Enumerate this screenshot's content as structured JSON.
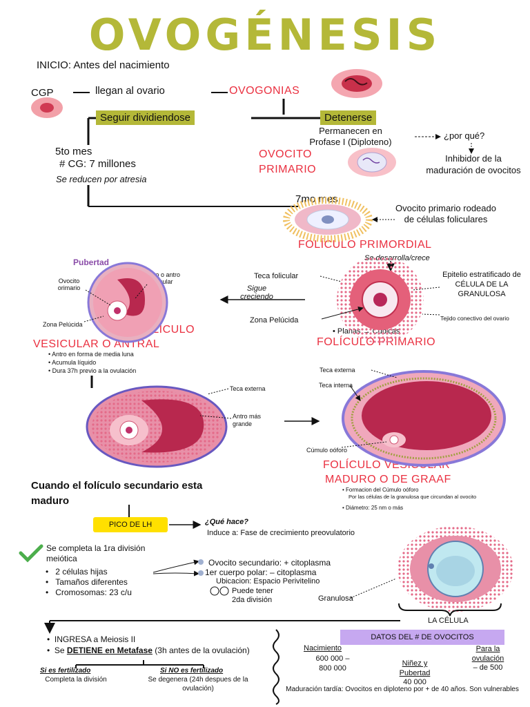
{
  "title": "OVOGÉNESIS",
  "inicio": "INICIO: Antes del nacimiento",
  "cgp": "CGP",
  "llegan": "llegan al ovario",
  "ovogonias": "OVOGONIAS",
  "seguir": "Seguir dividiendose",
  "detenerse": "Detenerse",
  "permanecen": "Permanecen en Profase I (Diploteno)",
  "porque": "¿por qué?",
  "inhibidor": "Inhibidor de la maduración de ovocitos",
  "ovocito_primario": "OVOCITO PRIMARIO",
  "quinto_mes": "5to mes",
  "cg": "# CG: 7 millones",
  "atresia": "Se reducen por atresia",
  "septimo_mes": "7mo mes",
  "rodeado": "Ovocito primario rodeado de células foliculares",
  "primordial": "FOLÍCULO PRIMORDIAL",
  "desarrolla": "Se desarrolla/crece",
  "pubertad": "Pubertad",
  "antro_label": "Antro o antro folicular",
  "ovocito_orimario": "Ovocito orimario",
  "zona_pelucida_1": "Zona Pelúcida",
  "sigue": "Sigue creciendo",
  "teca_folicular": "Teca folicular",
  "epitelio": "Epitelio estratificado de CÉLULA DE LA GRANULOSA",
  "tejido": "Tejido conectivo del ovario",
  "zona_pelucida_2": "Zona Pelúcida",
  "planas": "Planas → Cúbicas",
  "primario": "FOLÍCULO PRIMARIO",
  "vesicular_1": "FOLÍCULO",
  "vesicular_2": "VESICULAR O ANTRAL",
  "vesicular_bullets": [
    "Antro en forma de media luna",
    "Acumula líquido",
    "Dura 37h previo a la ovulación"
  ],
  "teca_externa_1": "Teca externa",
  "antro_mas": "Antro más grande",
  "teca_externa_2": "Teca externa",
  "teca_interna": "Teca interna",
  "cumulo": "Cúmulo oóforo",
  "graaf_1": "FOLÍCULO VESICULAR",
  "graaf_2": "MADURO O DE GRAAF",
  "graaf_b1": "Formacion del Cúmulo oóforo",
  "graaf_b1_sub": "Por las células de la granulosa que circundan al ovocito",
  "graaf_b2": "Diámetro: 25 nm o más",
  "cuando": "Cuando el folículo secundario esta maduro",
  "pico": "PICO DE LH",
  "que_hace": "¿Qué hace?",
  "induce": "Induce a: Fase de crecimiento preovulatorio",
  "completa": "Se completa la 1ra división meiótica",
  "bullets_div": [
    "2 células hijas",
    "Tamaños diferentes",
    "Cromosomas: 23 c/u"
  ],
  "ovocito_sec": "Ovocito secundario: + citoplasma",
  "cuerpo_polar": "1er cuerpo polar: – citoplasma",
  "ubicacion": "Ubicacion: Espacio Perivitelino",
  "puede": "Puede tener 2da división",
  "granulosa": "Granulosa",
  "la_celula": "LA CÉLULA",
  "ingresa": "INGRESA  a Meiosis II",
  "detiene_pre": "Se",
  "detiene_bold": "DETIENE en Metafase",
  "detiene_post": "(3h antes de la ovulación)",
  "si_fert": "Si es fertilizado",
  "si_fert_txt": "Completa la división",
  "no_fert": "Si NO es fertilizado",
  "no_fert_txt": "Se degenera (24h despues de la ovulación)",
  "datos": "DATOS DEL # DE OVOCITOS",
  "nacimiento": "Nacimiento",
  "nacimiento_val": "600 000 – 800 000",
  "ninez": "Niñez y Pubertad",
  "ninez_val": "40 000",
  "ovulacion": "Para la ovulación",
  "ovulacion_val": "– de 500",
  "maduracion": "Maduración tardía: Ovocitos en diploteno por + de 40 años. Son vulnerables",
  "colors": {
    "olive": "#b4b838",
    "red": "#ea3040",
    "purple_box": "#c6a8f0",
    "yellow": "#ffe000",
    "pink": "#e06080",
    "crimson": "#b8284e"
  }
}
